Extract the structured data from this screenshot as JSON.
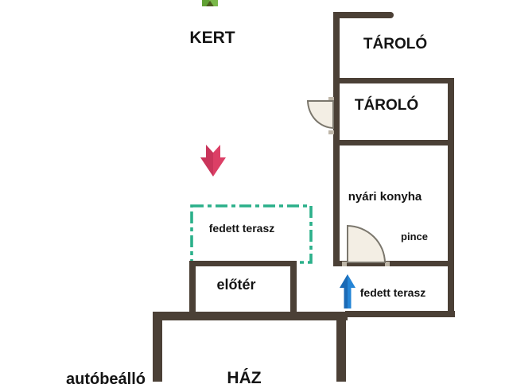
{
  "labels": {
    "kert": "KERT",
    "tarolo_upper": "TÁROLÓ",
    "tarolo_lower": "TÁROLÓ",
    "nyari_konyha": "nyári konyha",
    "pince": "pince",
    "fedett_terasz_garden": "fedett terasz",
    "eloter": "előtér",
    "fedett_terasz_entrance": "fedett terasz",
    "haz": "HÁZ",
    "autobeallo": "autóbeálló"
  },
  "colors": {
    "wall": "#4b4036",
    "terrace_outline": "#2bb08a",
    "arrow_red": "#dc3f66",
    "arrow_red_dark": "#b92d52",
    "arrow_blue": "#2585d6",
    "arrow_blue_dark": "#15599f",
    "arrow_green": "#7ab84a",
    "arrow_green_shade": "#61a134",
    "arrow_green_dark": "#4c5c1e",
    "door_fill": "#f3eee4",
    "door_border": "#7b776d",
    "text": "#141414",
    "background": "#ffffff"
  }
}
